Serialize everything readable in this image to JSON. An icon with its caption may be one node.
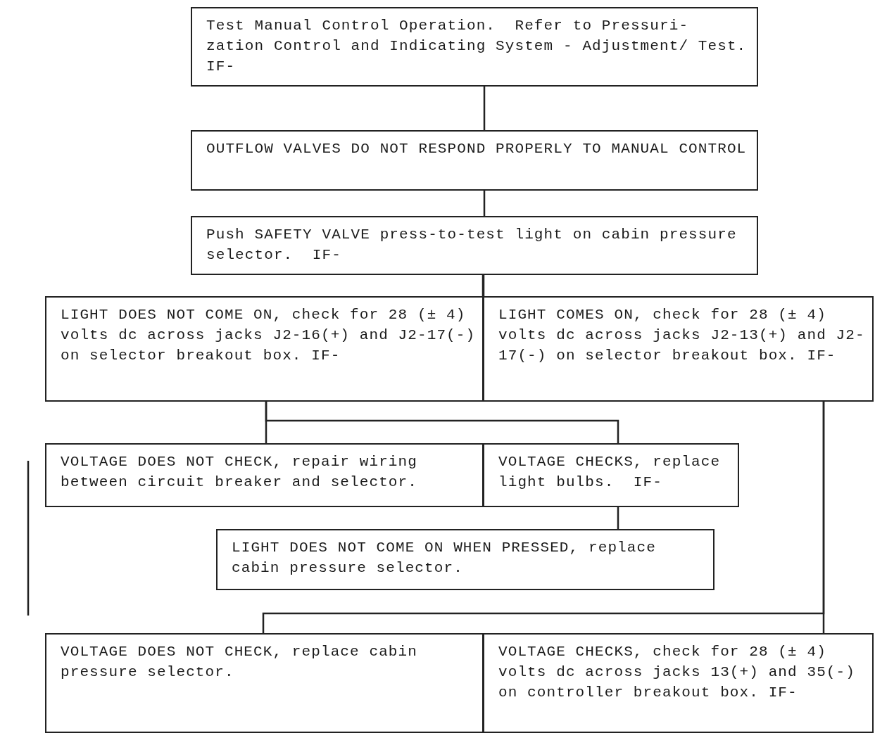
{
  "diagram": {
    "nodes": [
      {
        "text": [
          "Test Manual Control Operation.  Refer to Pressuri- zation Control and Indicating System - Adjustment/ Test.  IF-"
        ]
      },
      {
        "text": [
          "OUTFLOW VALVES DO NOT RESPOND PROPERLY TO MANUAL CONTROL"
        ]
      },
      {
        "text": [
          "Push SAFETY VALVE press-to-test light on cabin pressure selector.  IF-"
        ]
      },
      {
        "text": [
          "LIGHT DOES NOT COME ON, check for 28 (± 4) volts dc across jacks J2-16(+) and J2-17(-) on selector breakout box. IF-"
        ]
      },
      {
        "text": [
          "LIGHT COMES ON, check for 28 (± 4) volts dc across jacks J2-13(+) and J2-17(-) on selector breakout box. IF-"
        ]
      },
      {
        "text": [
          "VOLTAGE DOES NOT CHECK, repair wiring between circuit breaker and selector."
        ]
      },
      {
        "text": [
          "VOLTAGE CHECKS, replace light bulbs.  IF-"
        ]
      },
      {
        "text": [
          "LIGHT DOES NOT COME ON WHEN PRESSED, replace cabin pressure selector."
        ]
      },
      {
        "text": [
          "VOLTAGE DOES NOT CHECK, replace cabin pressure selector."
        ]
      },
      {
        "text": [
          "VOLTAGE CHECKS, check for 28 (± 4) volts dc across jacks 13(+) and 35(-) on controller breakout box. IF-"
        ]
      }
    ],
    "edges": [
      {
        "from": 0,
        "to": 1,
        "arrow": "none"
      },
      {
        "from": 1,
        "to": 2,
        "arrow": "none"
      },
      {
        "from": 2,
        "to": 3,
        "arrow": "none"
      },
      {
        "from": 2,
        "to": 4,
        "arrow": "none"
      },
      {
        "from": 3,
        "to": 5,
        "arrow": "none"
      },
      {
        "from": 3,
        "to": 6,
        "arrow": "none"
      },
      {
        "from": 6,
        "to": 7,
        "arrow": "none"
      },
      {
        "from": 4,
        "to": 8,
        "arrow": "none"
      },
      {
        "from": 4,
        "to": 9,
        "arrow": "none"
      }
    ]
  }
}
